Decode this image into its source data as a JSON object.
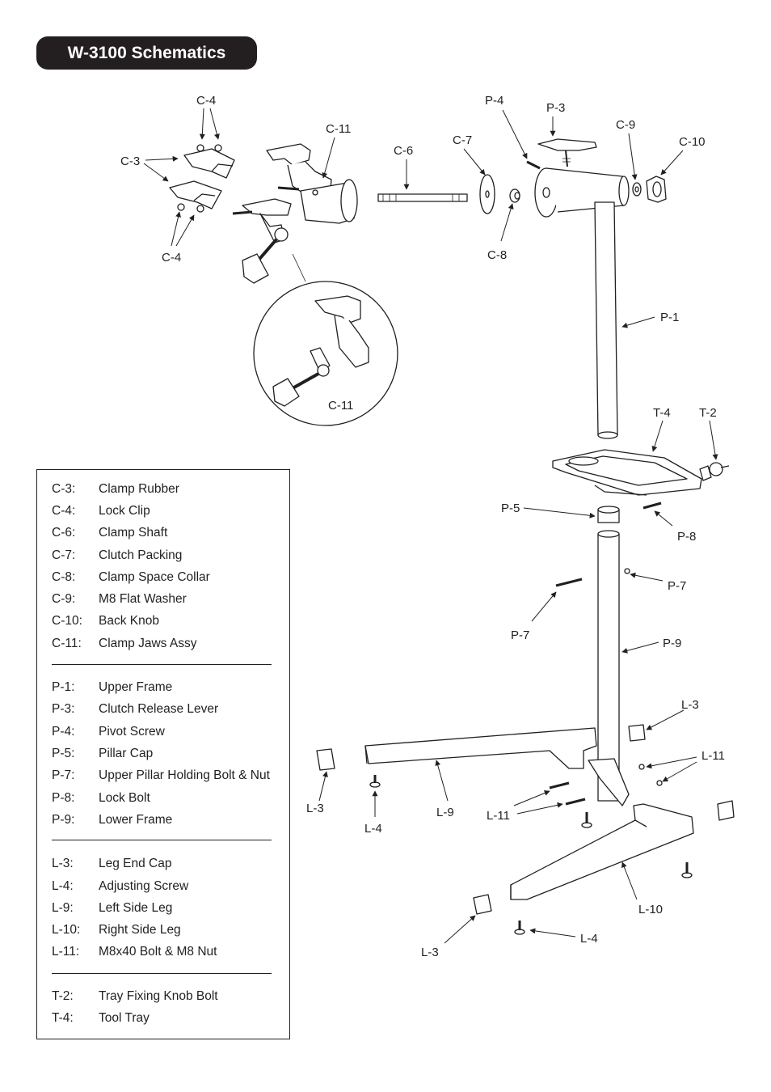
{
  "title": "W-3100 Schematics",
  "callouts": {
    "c4_top": "C-4",
    "c3": "C-3",
    "c4_bottom": "C-4",
    "c11_top": "C-11",
    "c11_detail": "C-11",
    "c6": "C-6",
    "c7": "C-7",
    "c8": "C-8",
    "p4": "P-4",
    "p3": "P-3",
    "c9": "C-9",
    "c10": "C-10",
    "p1": "P-1",
    "t4": "T-4",
    "t2": "T-2",
    "p5": "P-5",
    "p8": "P-8",
    "p7_right": "P-7",
    "p7_left": "P-7",
    "p9": "P-9",
    "l3_right": "L-3",
    "l11_right": "L-11",
    "l3_left": "L-3",
    "l4_left": "L-4",
    "l9": "L-9",
    "l11_left": "L-11",
    "l10": "L-10",
    "l4_bottom": "L-4",
    "l3_bottom": "L-3"
  },
  "legend": {
    "groups": [
      {
        "items": [
          {
            "code": "C-3:",
            "name": "Clamp Rubber"
          },
          {
            "code": "C-4:",
            "name": "Lock Clip"
          },
          {
            "code": "C-6:",
            "name": "Clamp Shaft"
          },
          {
            "code": "C-7:",
            "name": "Clutch Packing"
          },
          {
            "code": "C-8:",
            "name": "Clamp Space Collar"
          },
          {
            "code": "C-9:",
            "name": "M8 Flat Washer"
          },
          {
            "code": "C-10:",
            "name": "Back Knob"
          },
          {
            "code": "C-11:",
            "name": "Clamp Jaws Assy"
          }
        ]
      },
      {
        "items": [
          {
            "code": "P-1:",
            "name": "Upper Frame"
          },
          {
            "code": "P-3:",
            "name": "Clutch Release Lever"
          },
          {
            "code": "P-4:",
            "name": "Pivot Screw"
          },
          {
            "code": "P-5:",
            "name": "Pillar Cap"
          },
          {
            "code": "P-7:",
            "name": "Upper Pillar Holding Bolt & Nut"
          },
          {
            "code": "P-8:",
            "name": "Lock Bolt"
          },
          {
            "code": "P-9:",
            "name": "Lower Frame"
          }
        ]
      },
      {
        "items": [
          {
            "code": "L-3:",
            "name": "Leg End Cap"
          },
          {
            "code": "L-4:",
            "name": "Adjusting Screw"
          },
          {
            "code": "L-9:",
            "name": "Left Side Leg"
          },
          {
            "code": "L-10:",
            "name": "Right Side Leg"
          },
          {
            "code": "L-11:",
            "name": "M8x40 Bolt & M8 Nut"
          }
        ]
      },
      {
        "items": [
          {
            "code": "T-2:",
            "name": "Tray Fixing Knob Bolt"
          },
          {
            "code": "T-4:",
            "name": "Tool Tray"
          }
        ]
      }
    ]
  }
}
